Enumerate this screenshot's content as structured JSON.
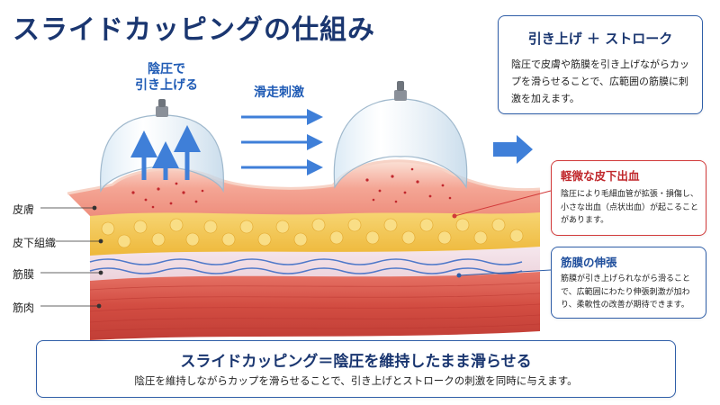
{
  "title": "スライドカッピングの仕組み",
  "pressure_label": "陰圧で\n引き上げる",
  "slide_label": "滑走刺激",
  "layers": {
    "skin": "皮膚",
    "subcutaneous": "皮下組織",
    "fascia": "筋膜",
    "muscle": "筋肉"
  },
  "callout_top": {
    "heading": "引き上げ ＋ ストローク",
    "body": "陰圧で皮膚や筋膜を引き上げながらカップを滑らせることで、広範囲の筋膜に刺激を加えます。"
  },
  "callout_bleeding": {
    "heading": "軽微な皮下出血",
    "body": "陰圧により毛細血管が拡張・損傷し、小さな出血（点状出血）が起こることがあります。"
  },
  "callout_fascia": {
    "heading": "筋膜の伸張",
    "body": "筋膜が引き上げられながら滑ることで、広範囲にわたり伸張刺激が加わり、柔軟性の改善が期待できます。"
  },
  "summary": {
    "heading": "スライドカッピング＝陰圧を維持したまま滑らせる",
    "body": "陰圧を維持しながらカップを滑らせることで、引き上げとストロークの刺激を同時に与えます。"
  },
  "colors": {
    "title": "#1a3670",
    "accent_blue": "#2f5ea8",
    "arrow_blue": "#3f7fd8",
    "bleeding_red": "#d23a3a",
    "skin_pink": "#f2a89a",
    "fat_yellow": "#f3c64a",
    "muscle_red": "#d9564a"
  }
}
